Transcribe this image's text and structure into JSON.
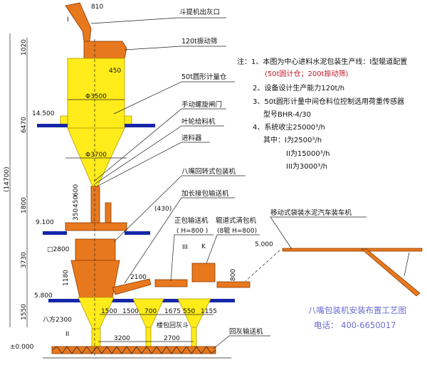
{
  "labels": {
    "elevator_outlet": "斗提机出灰口",
    "vibrating_screen": "120t振动筛",
    "weighing_bin": "50t圆形计量仓",
    "manual_gate": "手动螺旋闸门",
    "impeller_feeder": "叶轮给料机",
    "feeder": "进料器",
    "rotary_packer": "八嘴回转式包装机",
    "extended_conveyor": "加长接包输送机",
    "upright_conveyor": "正包输送机",
    "upright_conveyor_spec": "( H=800 )",
    "roller_cleaner": "辊道式清包机",
    "roller_cleaner_spec": "(8辊  H=800)",
    "truck_loader": "移动式袋装水泥汽车装车机",
    "return_conveyor": "回灰输送机",
    "return_hopper": "楼包回灰斗",
    "mark_I": "I",
    "mark_II": "II",
    "mark_III": "III",
    "mark_K": "K"
  },
  "elevations": {
    "e14500": "14.500",
    "e9100": "9.100",
    "e5800": "5.800",
    "e5000": "5.000",
    "e0": "±0.000"
  },
  "dimensions": {
    "d810": "810",
    "d450": "450",
    "d3500": "Φ3500",
    "d3700": "Φ3700",
    "d1020": "1020",
    "d6470": "6470",
    "d14700": "(14700)",
    "d1800": "1800",
    "d3730": "3730",
    "d1550": "1550",
    "d350": "350",
    "d450b": "450",
    "d600": "600",
    "d430": "(430)",
    "d2800": "□2800",
    "d1180": "1180",
    "d2100": "2100",
    "d2300": "八方2300",
    "d1500a": "1500",
    "d1500b": "1500",
    "d700": "700",
    "d1675": "1675",
    "d550": "550",
    "d1155": "1155",
    "d3200": "3200",
    "d2700": "2700",
    "d800": "800"
  },
  "notes": [
    {
      "text": "注：1、本图为中心进料水泥包装生产线：I型辊道配置",
      "color": "#111111"
    },
    {
      "text": "(50t圆计仓；200t振动筛)",
      "color": "#c0182a"
    },
    {
      "text": "2、设备设计生产能力120t/h",
      "color": "#111111"
    },
    {
      "text": "3、50t圆形计量中间仓料位控制选用荷重传感器",
      "color": "#111111"
    },
    {
      "text": "型号BHR-4/30",
      "color": "#111111"
    },
    {
      "text": "4、系统收尘25000³/h",
      "color": "#111111"
    },
    {
      "text": "其中：I为2500³/h",
      "color": "#111111"
    },
    {
      "text": "II为15000³/h",
      "color": "#111111"
    },
    {
      "text": "III为3000³/h",
      "color": "#111111"
    }
  ],
  "title": "八嘴包装机安装布置工艺图",
  "phone": "电话：  400-6650017",
  "colors": {
    "equipment": "#e8781e",
    "bins": "#ffec1a",
    "floors": "#1626a8",
    "title": "#6a6ad0",
    "note_red": "#c0182a"
  }
}
